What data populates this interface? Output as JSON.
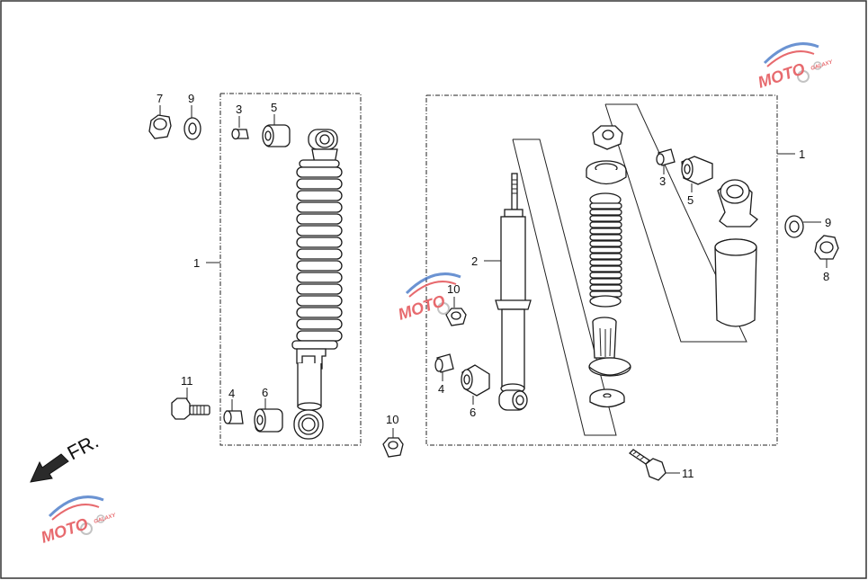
{
  "diagram": {
    "direction_label": "FR.",
    "callouts": {
      "left_assembly": "1",
      "right_assembly": "1",
      "damper": "2",
      "collar_top_left": "3",
      "collar_top_right": "3",
      "collar_bottom_left": "4",
      "collar_bottom_right": "4",
      "bush_top_left": "5",
      "bush_top_right": "5",
      "bush_bottom_left": "6",
      "bush_bottom_right": "6",
      "cap_nut_left": "7",
      "cap_nut_right": "8",
      "washer_left": "9",
      "washer_right": "9",
      "nut_middle": "10",
      "nut_bottom": "10",
      "bolt_left": "11",
      "bolt_right": "11"
    },
    "watermark": {
      "main": "MOTO",
      "sub": "GALAXY"
    },
    "colors": {
      "line": "#1a1a1a",
      "watermark_red": "#e0393e",
      "watermark_blue": "#3a6fc4",
      "watermark_grey": "#b0b0b0"
    }
  }
}
